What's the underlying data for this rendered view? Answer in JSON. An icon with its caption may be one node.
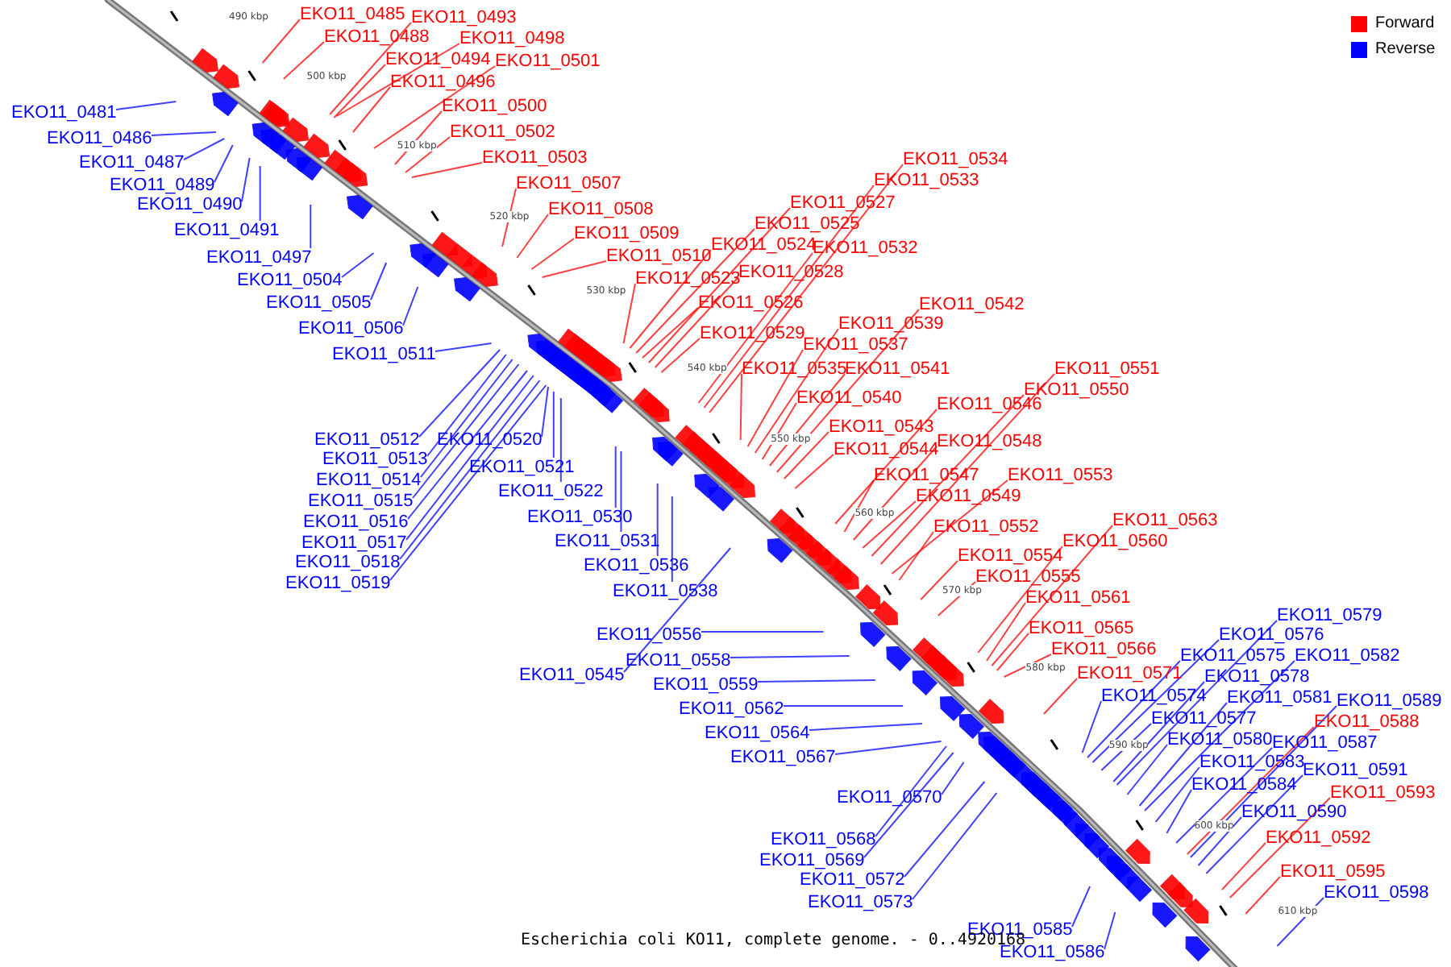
{
  "diagram": {
    "caption": "Escherichia coli KO11, complete genome. - 0..4920168",
    "nodes": [
      {
        "text": [
          "EKO11_0481"
        ]
      },
      {
        "text": [
          "EKO11_0485"
        ]
      },
      {
        "text": [
          "EKO11_0486"
        ]
      },
      {
        "text": [
          "EKO11_0487"
        ]
      },
      {
        "text": [
          "EKO11_0488"
        ]
      },
      {
        "text": [
          "EKO11_0489"
        ]
      },
      {
        "text": [
          "EKO11_0490"
        ]
      },
      {
        "text": [
          "EKO11_0491"
        ]
      },
      {
        "text": [
          "EKO11_0493"
        ]
      },
      {
        "text": [
          "EKO11_0494"
        ]
      },
      {
        "text": [
          "EKO11_0496"
        ]
      },
      {
        "text": [
          "EKO11_0497"
        ]
      },
      {
        "text": [
          "EKO11_0498"
        ]
      },
      {
        "text": [
          "EKO11_0500"
        ]
      },
      {
        "text": [
          "EKO11_0501"
        ]
      },
      {
        "text": [
          "EKO11_0502"
        ]
      },
      {
        "text": [
          "EKO11_0503"
        ]
      },
      {
        "text": [
          "EKO11_0504"
        ]
      },
      {
        "text": [
          "EKO11_0505"
        ]
      },
      {
        "text": [
          "EKO11_0506"
        ]
      },
      {
        "text": [
          "EKO11_0507"
        ]
      },
      {
        "text": [
          "EKO11_0508"
        ]
      },
      {
        "text": [
          "EKO11_0509"
        ]
      },
      {
        "text": [
          "EKO11_0510"
        ]
      },
      {
        "text": [
          "EKO11_0511"
        ]
      },
      {
        "text": [
          "EKO11_0512"
        ]
      },
      {
        "text": [
          "EKO11_0513"
        ]
      },
      {
        "text": [
          "EKO11_0514"
        ]
      },
      {
        "text": [
          "EKO11_0515"
        ]
      },
      {
        "text": [
          "EKO11_0516"
        ]
      },
      {
        "text": [
          "EKO11_0517"
        ]
      },
      {
        "text": [
          "EKO11_0518"
        ]
      },
      {
        "text": [
          "EKO11_0519"
        ]
      },
      {
        "text": [
          "EKO11_0520"
        ]
      },
      {
        "text": [
          "EKO11_0521"
        ]
      },
      {
        "text": [
          "EKO11_0522"
        ]
      },
      {
        "text": [
          "EKO11_0523"
        ]
      },
      {
        "text": [
          "EKO11_0524"
        ]
      },
      {
        "text": [
          "EKO11_0525"
        ]
      },
      {
        "text": [
          "EKO11_0526"
        ]
      },
      {
        "text": [
          "EKO11_0527"
        ]
      },
      {
        "text": [
          "EKO11_0528"
        ]
      },
      {
        "text": [
          "EKO11_0529"
        ]
      },
      {
        "text": [
          "EKO11_0530"
        ]
      },
      {
        "text": [
          "EKO11_0531"
        ]
      },
      {
        "text": [
          "EKO11_0532"
        ]
      },
      {
        "text": [
          "EKO11_0533"
        ]
      },
      {
        "text": [
          "EKO11_0534"
        ]
      },
      {
        "text": [
          "EKO11_0535"
        ]
      },
      {
        "text": [
          "EKO11_0536"
        ]
      },
      {
        "text": [
          "EKO11_0537"
        ]
      },
      {
        "text": [
          "EKO11_0538"
        ]
      },
      {
        "text": [
          "EKO11_0539"
        ]
      },
      {
        "text": [
          "EKO11_0540"
        ]
      },
      {
        "text": [
          "EKO11_0541"
        ]
      },
      {
        "text": [
          "EKO11_0542"
        ]
      },
      {
        "text": [
          "EKO11_0543"
        ]
      },
      {
        "text": [
          "EKO11_0544"
        ]
      },
      {
        "text": [
          "EKO11_0545"
        ]
      },
      {
        "text": [
          "EKO11_0546"
        ]
      },
      {
        "text": [
          "EKO11_0547"
        ]
      },
      {
        "text": [
          "EKO11_0548"
        ]
      },
      {
        "text": [
          "EKO11_0549"
        ]
      },
      {
        "text": [
          "EKO11_0550"
        ]
      },
      {
        "text": [
          "EKO11_0551"
        ]
      },
      {
        "text": [
          "EKO11_0552"
        ]
      },
      {
        "text": [
          "EKO11_0553"
        ]
      },
      {
        "text": [
          "EKO11_0554"
        ]
      },
      {
        "text": [
          "EKO11_0555"
        ]
      },
      {
        "text": [
          "EKO11_0556"
        ]
      },
      {
        "text": [
          "EKO11_0558"
        ]
      },
      {
        "text": [
          "EKO11_0559"
        ]
      },
      {
        "text": [
          "EKO11_0560"
        ]
      },
      {
        "text": [
          "EKO11_0561"
        ]
      },
      {
        "text": [
          "EKO11_0562"
        ]
      },
      {
        "text": [
          "EKO11_0563"
        ]
      },
      {
        "text": [
          "EKO11_0564"
        ]
      },
      {
        "text": [
          "EKO11_0565"
        ]
      },
      {
        "text": [
          "EKO11_0566"
        ]
      },
      {
        "text": [
          "EKO11_0567"
        ]
      },
      {
        "text": [
          "EKO11_0568"
        ]
      },
      {
        "text": [
          "EKO11_0569"
        ]
      },
      {
        "text": [
          "EKO11_0570"
        ]
      },
      {
        "text": [
          "EKO11_0571"
        ]
      },
      {
        "text": [
          "EKO11_0572"
        ]
      },
      {
        "text": [
          "EKO11_0573"
        ]
      },
      {
        "text": [
          "EKO11_0574"
        ]
      },
      {
        "text": [
          "EKO11_0575"
        ]
      },
      {
        "text": [
          "EKO11_0576"
        ]
      },
      {
        "text": [
          "EKO11_0577"
        ]
      },
      {
        "text": [
          "EKO11_0578"
        ]
      },
      {
        "text": [
          "EKO11_0579"
        ]
      },
      {
        "text": [
          "EKO11_0580"
        ]
      },
      {
        "text": [
          "EKO11_0581"
        ]
      },
      {
        "text": [
          "EKO11_0582"
        ]
      },
      {
        "text": [
          "EKO11_0583"
        ]
      },
      {
        "text": [
          "EKO11_0584"
        ]
      },
      {
        "text": [
          "EKO11_0585"
        ]
      },
      {
        "text": [
          "EKO11_0586"
        ]
      },
      {
        "text": [
          "EKO11_0587"
        ]
      },
      {
        "text": [
          "EKO11_0588"
        ]
      },
      {
        "text": [
          "EKO11_0589"
        ]
      },
      {
        "text": [
          "EKO11_0590"
        ]
      },
      {
        "text": [
          "EKO11_0591"
        ]
      },
      {
        "text": [
          "EKO11_0592"
        ]
      },
      {
        "text": [
          "EKO11_0593"
        ]
      },
      {
        "text": [
          "EKO11_0595"
        ]
      },
      {
        "text": [
          "EKO11_0598"
        ]
      }
    ],
    "edges": [
      {
        "from": 0,
        "to": null,
        "arrow": "none"
      },
      {
        "from": 1,
        "to": null,
        "arrow": "none",
        "color": "#ff0000"
      },
      {
        "from": 2,
        "to": null,
        "arrow": "none"
      },
      {
        "from": 3,
        "to": null,
        "arrow": "none"
      },
      {
        "from": 4,
        "to": null,
        "arrow": "none",
        "color": "#ff0000"
      },
      {
        "from": 5,
        "to": null,
        "arrow": "none"
      },
      {
        "from": 6,
        "to": null,
        "arrow": "none"
      },
      {
        "from": 7,
        "to": null,
        "arrow": "none"
      },
      {
        "from": 8,
        "to": null,
        "arrow": "none",
        "color": "#ff0000"
      },
      {
        "from": 9,
        "to": null,
        "arrow": "none",
        "color": "#ff0000"
      },
      {
        "from": 10,
        "to": null,
        "arrow": "none",
        "color": "#ff0000"
      },
      {
        "from": 11,
        "to": null,
        "arrow": "none"
      },
      {
        "from": 12,
        "to": null,
        "arrow": "none",
        "color": "#ff0000"
      },
      {
        "from": 13,
        "to": null,
        "arrow": "none",
        "color": "#ff0000"
      },
      {
        "from": 14,
        "to": null,
        "arrow": "none",
        "color": "#ff0000"
      },
      {
        "from": 15,
        "to": null,
        "arrow": "none",
        "color": "#ff0000"
      },
      {
        "from": 16,
        "to": null,
        "arrow": "none",
        "color": "#ff0000"
      },
      {
        "from": 17,
        "to": null,
        "arrow": "none"
      },
      {
        "from": 18,
        "to": null,
        "arrow": "none"
      },
      {
        "from": 19,
        "to": null,
        "arrow": "none"
      },
      {
        "from": 20,
        "to": null,
        "arrow": "none",
        "color": "#ff0000"
      },
      {
        "from": 21,
        "to": null,
        "arrow": "none",
        "color": "#ff0000"
      },
      {
        "from": 22,
        "to": null,
        "arrow": "none",
        "color": "#ff0000"
      },
      {
        "from": 23,
        "to": null,
        "arrow": "none",
        "color": "#ff0000"
      },
      {
        "from": 24,
        "to": null,
        "arrow": "none"
      },
      {
        "from": 25,
        "to": null,
        "arrow": "none"
      },
      {
        "from": 26,
        "to": null,
        "arrow": "none"
      },
      {
        "from": 27,
        "to": null,
        "arrow": "none"
      },
      {
        "from": 28,
        "to": null,
        "arrow": "none"
      },
      {
        "from": 29,
        "to": null,
        "arrow": "none"
      },
      {
        "from": 30,
        "to": null,
        "arrow": "none"
      },
      {
        "from": 31,
        "to": null,
        "arrow": "none"
      },
      {
        "from": 32,
        "to": null,
        "arrow": "none"
      },
      {
        "from": 33,
        "to": null,
        "arrow": "none"
      },
      {
        "from": 34,
        "to": null,
        "arrow": "none"
      },
      {
        "from": 35,
        "to": null,
        "arrow": "none"
      },
      {
        "from": 36,
        "to": null,
        "arrow": "none",
        "color": "#ff0000"
      },
      {
        "from": 37,
        "to": null,
        "arrow": "none",
        "color": "#ff0000"
      },
      {
        "from": 38,
        "to": null,
        "arrow": "none",
        "color": "#ff0000"
      },
      {
        "from": 39,
        "to": null,
        "arrow": "none",
        "color": "#ff0000"
      },
      {
        "from": 40,
        "to": null,
        "arrow": "none",
        "color": "#ff0000"
      },
      {
        "from": 41,
        "to": null,
        "arrow": "none",
        "color": "#ff0000"
      },
      {
        "from": 42,
        "to": null,
        "arrow": "none",
        "color": "#ff0000"
      },
      {
        "from": 43,
        "to": null,
        "arrow": "none"
      },
      {
        "from": 44,
        "to": null,
        "arrow": "none"
      },
      {
        "from": 45,
        "to": null,
        "arrow": "none",
        "color": "#ff0000"
      },
      {
        "from": 46,
        "to": null,
        "arrow": "none",
        "color": "#ff0000"
      },
      {
        "from": 47,
        "to": null,
        "arrow": "none",
        "color": "#ff0000"
      },
      {
        "from": 48,
        "to": null,
        "arrow": "none",
        "color": "#ff0000"
      },
      {
        "from": 49,
        "to": null,
        "arrow": "none"
      },
      {
        "from": 50,
        "to": null,
        "arrow": "none",
        "color": "#ff0000"
      },
      {
        "from": 51,
        "to": null,
        "arrow": "none"
      },
      {
        "from": 52,
        "to": null,
        "arrow": "none",
        "color": "#ff0000"
      },
      {
        "from": 53,
        "to": null,
        "arrow": "none",
        "color": "#ff0000"
      },
      {
        "from": 54,
        "to": null,
        "arrow": "none",
        "color": "#ff0000"
      },
      {
        "from": 55,
        "to": null,
        "arrow": "none",
        "color": "#ff0000"
      },
      {
        "from": 56,
        "to": null,
        "arrow": "none",
        "color": "#ff0000"
      },
      {
        "from": 57,
        "to": null,
        "arrow": "none",
        "color": "#ff0000"
      },
      {
        "from": 58,
        "to": null,
        "arrow": "none"
      },
      {
        "from": 59,
        "to": null,
        "arrow": "none",
        "color": "#ff0000"
      },
      {
        "from": 60,
        "to": null,
        "arrow": "none",
        "color": "#ff0000"
      },
      {
        "from": 61,
        "to": null,
        "arrow": "none",
        "color": "#ff0000"
      },
      {
        "from": 62,
        "to": null,
        "arrow": "none",
        "color": "#ff0000"
      },
      {
        "from": 63,
        "to": null,
        "arrow": "none",
        "color": "#ff0000"
      },
      {
        "from": 64,
        "to": null,
        "arrow": "none",
        "color": "#ff0000"
      },
      {
        "from": 65,
        "to": null,
        "arrow": "none",
        "color": "#ff0000"
      },
      {
        "from": 66,
        "to": null,
        "arrow": "none",
        "color": "#ff0000"
      },
      {
        "from": 67,
        "to": null,
        "arrow": "none",
        "color": "#ff0000"
      },
      {
        "from": 68,
        "to": null,
        "arrow": "none",
        "color": "#ff0000"
      },
      {
        "from": 69,
        "to": null,
        "arrow": "none"
      },
      {
        "from": 70,
        "to": null,
        "arrow": "none"
      },
      {
        "from": 71,
        "to": null,
        "arrow": "none"
      },
      {
        "from": 72,
        "to": null,
        "arrow": "none",
        "color": "#ff0000"
      },
      {
        "from": 73,
        "to": null,
        "arrow": "none",
        "color": "#ff0000"
      },
      {
        "from": 74,
        "to": null,
        "arrow": "none"
      },
      {
        "from": 75,
        "to": null,
        "arrow": "none",
        "color": "#ff0000"
      },
      {
        "from": 76,
        "to": null,
        "arrow": "none"
      },
      {
        "from": 77,
        "to": null,
        "arrow": "none",
        "color": "#ff0000"
      },
      {
        "from": 78,
        "to": null,
        "arrow": "none",
        "color": "#ff0000"
      },
      {
        "from": 79,
        "to": null,
        "arrow": "none"
      },
      {
        "from": 80,
        "to": null,
        "arrow": "none"
      },
      {
        "from": 81,
        "to": null,
        "arrow": "none"
      },
      {
        "from": 82,
        "to": null,
        "arrow": "none"
      },
      {
        "from": 83,
        "to": null,
        "arrow": "none",
        "color": "#ff0000"
      },
      {
        "from": 84,
        "to": null,
        "arrow": "none"
      },
      {
        "from": 85,
        "to": null,
        "arrow": "none"
      },
      {
        "from": 86,
        "to": null,
        "arrow": "none"
      },
      {
        "from": 87,
        "to": null,
        "arrow": "none"
      },
      {
        "from": 88,
        "to": null,
        "arrow": "none"
      },
      {
        "from": 89,
        "to": null,
        "arrow": "none"
      },
      {
        "from": 90,
        "to": null,
        "arrow": "none"
      },
      {
        "from": 91,
        "to": null,
        "arrow": "none"
      },
      {
        "from": 92,
        "to": null,
        "arrow": "none"
      },
      {
        "from": 93,
        "to": null,
        "arrow": "none"
      },
      {
        "from": 94,
        "to": null,
        "arrow": "none"
      },
      {
        "from": 95,
        "to": null,
        "arrow": "none"
      },
      {
        "from": 96,
        "to": null,
        "arrow": "none"
      },
      {
        "from": 97,
        "to": null,
        "arrow": "none"
      },
      {
        "from": 98,
        "to": null,
        "arrow": "none"
      },
      {
        "from": 99,
        "to": null,
        "arrow": "none"
      },
      {
        "from": 100,
        "to": null,
        "arrow": "none",
        "color": "#ff0000"
      },
      {
        "from": 101,
        "to": null,
        "arrow": "none"
      },
      {
        "from": 102,
        "to": null,
        "arrow": "none"
      },
      {
        "from": 103,
        "to": null,
        "arrow": "none"
      },
      {
        "from": 104,
        "to": null,
        "arrow": "none",
        "color": "#ff0000"
      },
      {
        "from": 105,
        "to": null,
        "arrow": "none",
        "color": "#ff0000"
      },
      {
        "from": 106,
        "to": null,
        "arrow": "none",
        "color": "#ff0000"
      },
      {
        "from": 107,
        "to": null,
        "arrow": "none"
      }
    ],
    "labels": [
      "490 kbp",
      "500 kbp",
      "510 kbp",
      "520 kbp",
      "530 kbp",
      "540 kbp",
      "550 kbp",
      "560 kbp",
      "570 kbp",
      "580 kbp",
      "590 kbp",
      "600 kbp",
      "610 kbp"
    ],
    "legend": [
      {
        "text": "Forward",
        "color": "#ff0000"
      },
      {
        "text": "Reverse",
        "color": "#0000ff"
      }
    ]
  }
}
